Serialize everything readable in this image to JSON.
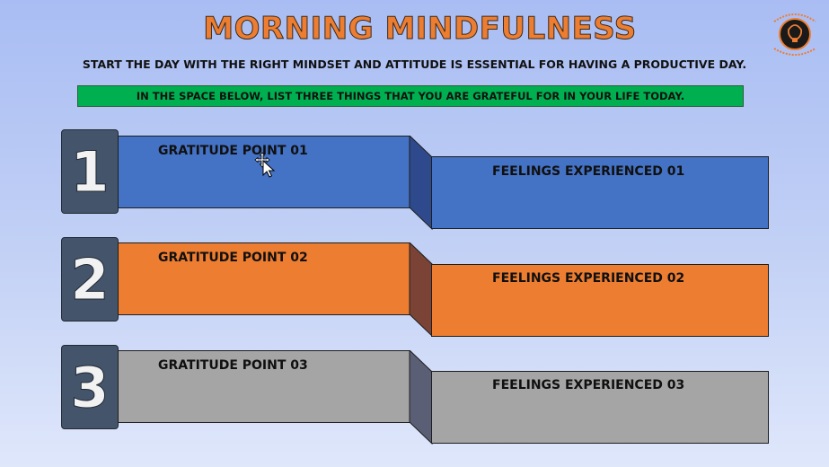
{
  "header": {
    "title": "MORNING MINDFULNESS",
    "subtitle": "START THE DAY WITH THE RIGHT MINDSET AND ATTITUDE IS ESSENTIAL FOR HAVING A PRODUCTIVE DAY.",
    "instruction": "IN THE SPACE BELOW, LIST THREE THINGS THAT YOU ARE GRATEFUL FOR IN YOUR LIFE TODAY."
  },
  "logo": {
    "icon": "lightbulb-logo-icon",
    "text_top": "EMPTYING ANYMORE",
    "text_bottom": "ENHANCING MINDS"
  },
  "rows": [
    {
      "number": "1",
      "gratitude_label": "GRATITUDE POINT 01",
      "feelings_label": "FEELINGS EXPERIENCED 01",
      "color": "#4472c4",
      "connector_color": "#2f4a8c"
    },
    {
      "number": "2",
      "gratitude_label": "GRATITUDE POINT 02",
      "feelings_label": "FEELINGS EXPERIENCED 02",
      "color": "#ed7d31",
      "connector_color": "#7b4335"
    },
    {
      "number": "3",
      "gratitude_label": "GRATITUDE POINT 03",
      "feelings_label": "FEELINGS EXPERIENCED 03",
      "color": "#a5a5a5",
      "connector_color": "#5a5f75"
    }
  ],
  "colors": {
    "accent": "#ed7d31",
    "instruction_bg": "#00b050",
    "number_bg": "#44546a"
  },
  "cursor": {
    "icon": "move-cursor-icon"
  }
}
